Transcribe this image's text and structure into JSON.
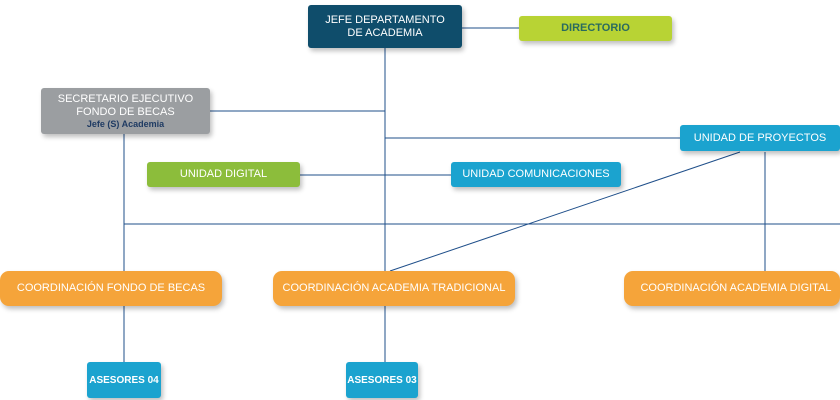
{
  "nodes": {
    "jefe_departamento": {
      "line1": "JEFE DEPARTAMENTO",
      "line2": "DE ACADEMIA"
    },
    "directorio": {
      "label": "DIRECTORIO"
    },
    "secretario": {
      "line1": "SECRETARIO EJECUTIVO",
      "line2": "FONDO DE BECAS",
      "sub": "Jefe (S) Academia"
    },
    "unidad_proyectos": {
      "label": "UNIDAD DE PROYECTOS"
    },
    "unidad_digital": {
      "label": "UNIDAD DIGITAL"
    },
    "unidad_comunicaciones": {
      "label": "UNIDAD COMUNICACIONES"
    },
    "coord_fondo_becas": {
      "label": "COORDINACIÓN FONDO DE BECAS"
    },
    "coord_academia_tradicional": {
      "label": "COORDINACIÓN ACADEMIA TRADICIONAL"
    },
    "coord_academia_digital": {
      "label": "COORDINACIÓN ACADEMIA DIGITAL"
    },
    "asesores_04": {
      "label": "ASESORES 04"
    },
    "asesores_03": {
      "label": "ASESORES 03"
    }
  },
  "colors": {
    "navy": "#0f4d6b",
    "lime": "#b8d334",
    "gray": "#9b9ea1",
    "green": "#8cbd3b",
    "blue": "#1ba3cf",
    "orange": "#f5a43a",
    "connector": "#1f4f8a"
  }
}
